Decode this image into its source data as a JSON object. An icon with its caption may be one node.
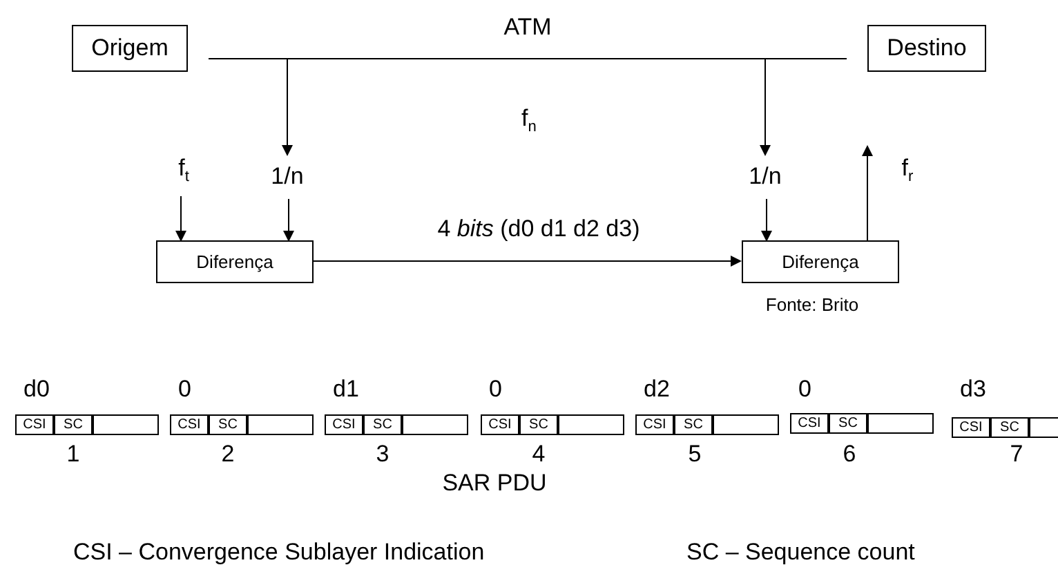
{
  "diagram": {
    "nodes": [
      {
        "text": [
          "Origem"
        ]
      },
      {
        "text": [
          "ATM"
        ]
      },
      {
        "text": [
          "Destino"
        ]
      },
      {
        "text": [
          "f$_{t}$"
        ]
      },
      {
        "text": [
          "1/n"
        ]
      },
      {
        "text": [
          "1/n"
        ]
      },
      {
        "text": [
          "f$_{r}$"
        ]
      },
      {
        "text": [
          "Diferença"
        ]
      },
      {
        "text": [
          "Diferença"
        ]
      }
    ],
    "edges": [
      {
        "from": 1,
        "to": 4,
        "arrow": "to"
      },
      {
        "from": 1,
        "to": 5,
        "arrow": "to"
      },
      {
        "from": 3,
        "to": 7,
        "arrow": "to"
      },
      {
        "from": 4,
        "to": 7,
        "arrow": "to"
      },
      {
        "from": 5,
        "to": 8,
        "arrow": "to"
      },
      {
        "from": 8,
        "to": 6,
        "arrow": "to"
      },
      {
        "from": 7,
        "to": 8,
        "arrow": "to",
        "label": "4 *bits* (d0 d1 d2 d3)"
      }
    ],
    "labels": [
      "f$_{n}$",
      "Fonte: Brito",
      "d0",
      "0",
      "d1",
      "0",
      "d2",
      "0",
      "d3",
      "CSI",
      "SC",
      "CSI",
      "SC",
      "CSI",
      "SC",
      "CSI",
      "SC",
      "CSI",
      "SC",
      "CSI",
      "SC",
      "CSI",
      "SC",
      "1",
      "2",
      "3",
      "4",
      "5",
      "6",
      "7",
      "SAR PDU",
      "CSI – Convergence Sublayer  Indication",
      "SC – Sequence count"
    ]
  }
}
